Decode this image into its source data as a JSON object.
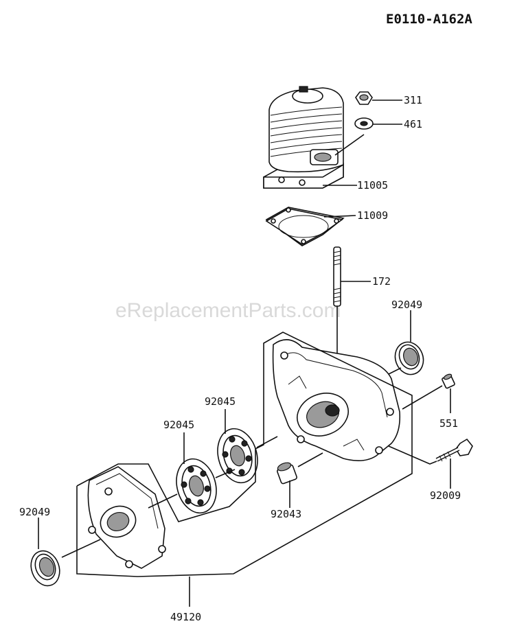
{
  "diagram_code": "E0110-A162A",
  "watermark": "eReplacementParts.com",
  "callouts": {
    "nut": "311",
    "washer": "461",
    "cylinder": "11005",
    "gasket": "11009",
    "stud": "172",
    "oil_seal_right": "92049",
    "bearing_upper": "92045",
    "bearing_lower": "92045",
    "dowel_pin": "551",
    "bolt": "92009",
    "collar": "92043",
    "oil_seal_left": "92049",
    "crankcase_assy": "49120"
  }
}
